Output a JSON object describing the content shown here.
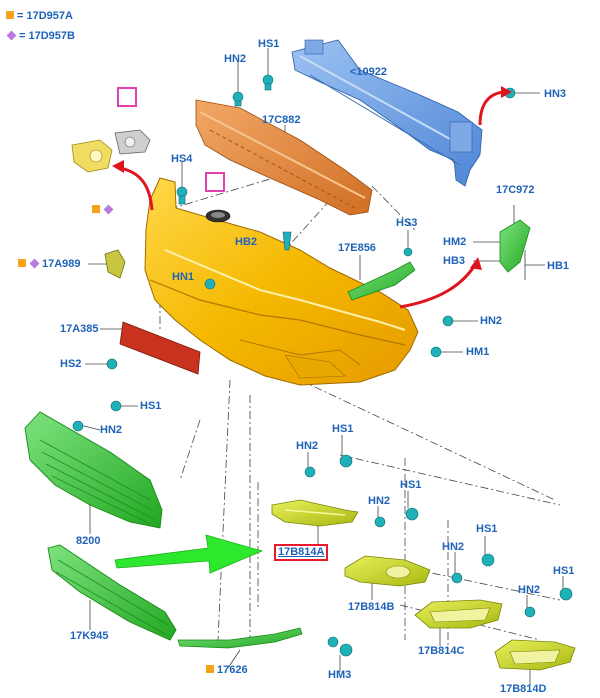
{
  "legend": {
    "orange": "= 17D957A",
    "purple": "= 17D957B",
    "orange_color": "#f7a21b",
    "purple_color": "#b97ae0"
  },
  "labels": {
    "hs1_top": "HS1",
    "hn2_top": "HN2",
    "p10922": "<10922",
    "hn3_top": "HN3",
    "p17c882": "17C882",
    "hs4": "HS4",
    "hb2": "HB2",
    "hs3": "HS3",
    "p17c972": "17C972",
    "hm2": "HM2",
    "hb3": "HB3",
    "hb1": "HB1",
    "p17a989": "17A989",
    "hn1": "HN1",
    "p17e856": "17E856",
    "p17a385": "17A385",
    "hn2_right": "HN2",
    "hs2": "HS2",
    "hm1": "HM1",
    "hs1_mid": "HS1",
    "hn2_mid": "HN2",
    "p8200": "8200",
    "hn2_a": "HN2",
    "hs1_a": "HS1",
    "hn2_b": "HN2",
    "hs1_b": "HS1",
    "hs1_c": "HS1",
    "hn2_c": "HN2",
    "hs1_d": "HS1",
    "hn2_d": "HN2",
    "p17b814a": "17B814A",
    "p17b814b": "17B814B",
    "p17b814c": "17B814C",
    "p17b814d": "17B814D",
    "p17k945": "17K945",
    "p17626": "17626",
    "hm3": "HM3"
  },
  "colors": {
    "label_blue": "#1e63b8",
    "highlight_red": "#e8192c",
    "bumper_yellow": "#f5b800",
    "beam_blue": "#6c9ee0",
    "absorber_orange": "#e0843a",
    "grille_green": "#3cc43c",
    "fog_yellow": "#c8d61a",
    "reflector_red": "#c8321e",
    "clip_teal": "#20b0b8"
  }
}
